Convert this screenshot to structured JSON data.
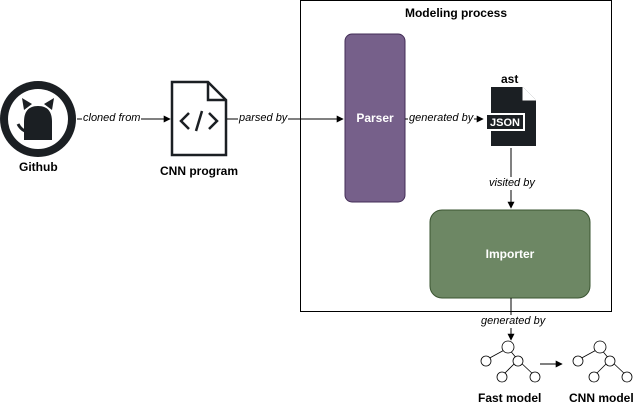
{
  "modeling_box": {
    "title": "Modeling process"
  },
  "nodes": {
    "github": {
      "label": "Github",
      "icon": "github-octocat-icon"
    },
    "cnn_program": {
      "label": "CNN program",
      "icon": "code-file-icon",
      "glyph": "</>"
    },
    "parser": {
      "label": "Parser",
      "color": "#76608a"
    },
    "ast": {
      "label": "ast",
      "icon": "json-file-icon",
      "badge": "JSON"
    },
    "importer": {
      "label": "Importer",
      "color": "#6d8764"
    },
    "fast_model": {
      "label": "Fast model",
      "icon": "tree-icon"
    },
    "cnn_model": {
      "label": "CNN model",
      "icon": "tree-icon"
    }
  },
  "edges": {
    "cloned_from": "cloned from",
    "parsed_by": "parsed by",
    "generated_by_ast": "generated by",
    "visited_by": "visited by",
    "generated_by_model": "generated by"
  }
}
